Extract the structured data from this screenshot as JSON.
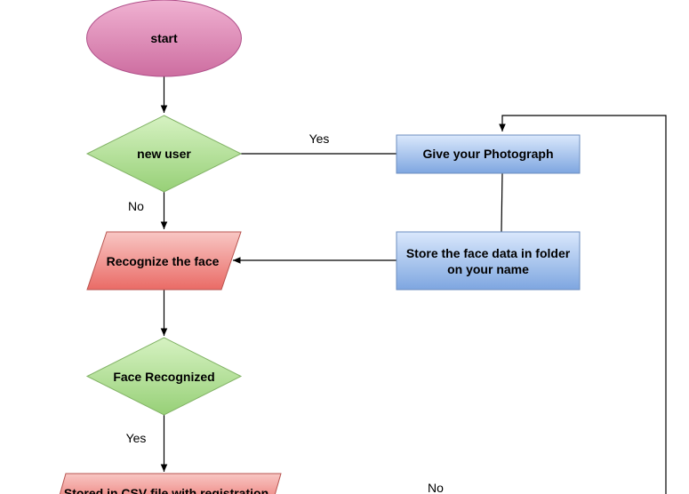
{
  "nodes": {
    "start": {
      "label": "start",
      "shape": "ellipse",
      "fill_top": "#f0b2d2",
      "fill_bottom": "#cd6da0",
      "stroke": "#b0508a"
    },
    "new_user": {
      "label": "new user",
      "shape": "diamond",
      "fill_top": "#d6f2c2",
      "fill_bottom": "#97d077",
      "stroke": "#82b366"
    },
    "recognize_face": {
      "label": "Recognize the face",
      "shape": "parallelogram",
      "fill_top": "#f8c7c4",
      "fill_bottom": "#ea6b66",
      "stroke": "#b85450"
    },
    "face_recognized": {
      "label": "Face Recognized",
      "shape": "diamond",
      "fill_top": "#d6f2c2",
      "fill_bottom": "#97d077",
      "stroke": "#82b366"
    },
    "give_photo": {
      "label": "Give your Photograph",
      "shape": "rectangle",
      "fill_top": "#dae8fc",
      "fill_bottom": "#7ea6e0",
      "stroke": "#6c8ebf"
    },
    "store_face": {
      "label_line1": "Store the face data in folder",
      "label_line2": "on your name",
      "shape": "rectangle",
      "fill_top": "#dae8fc",
      "fill_bottom": "#7ea6e0",
      "stroke": "#6c8ebf"
    },
    "store_csv": {
      "label": "Stored in CSV file with registration",
      "shape": "parallelogram",
      "fill_top": "#f8c7c4",
      "fill_bottom": "#ea6b66",
      "stroke": "#b85450"
    }
  },
  "edge_labels": {
    "yes_new_user": "Yes",
    "no_new_user": "No",
    "yes_recognized": "Yes",
    "no_recognized": "No"
  },
  "colors": {
    "line": "#000000",
    "background": "#ffffff"
  }
}
